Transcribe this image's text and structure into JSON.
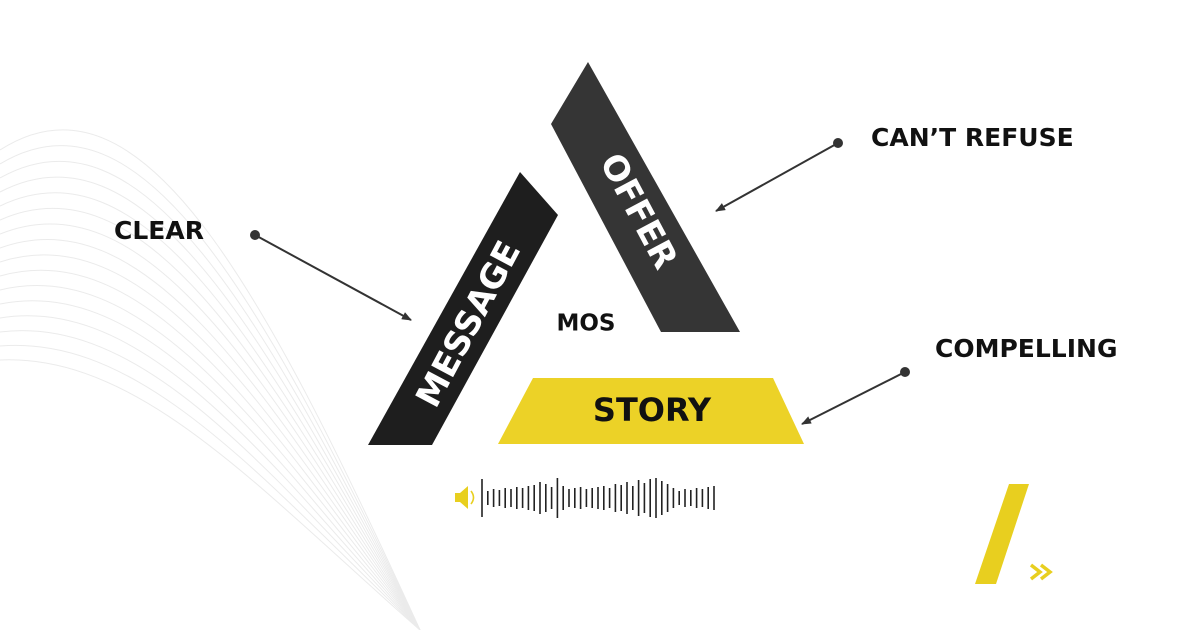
{
  "diagram": {
    "center_label": "MOS",
    "segments": {
      "message": "MESSAGE",
      "offer": "OFFER",
      "story": "STORY"
    },
    "callouts": {
      "clear": "CLEAR",
      "cant_refuse": "CAN’T REFUSE",
      "compelling": "COMPELLING"
    }
  },
  "audio": {
    "icon": "speaker-icon",
    "waveform_levels": [
      0.95,
      0.35,
      0.45,
      0.4,
      0.5,
      0.45,
      0.55,
      0.5,
      0.6,
      0.65,
      0.8,
      0.7,
      0.55,
      1.0,
      0.6,
      0.45,
      0.5,
      0.55,
      0.45,
      0.5,
      0.55,
      0.6,
      0.5,
      0.7,
      0.65,
      0.8,
      0.6,
      0.9,
      0.75,
      0.95,
      1.0,
      0.85,
      0.7,
      0.5,
      0.35,
      0.45,
      0.4,
      0.5,
      0.45,
      0.55,
      0.6
    ]
  },
  "brand": {
    "logo_icon": "slash-chevron-logo"
  },
  "colors": {
    "message": "#1e1e1e",
    "offer": "#353535",
    "story": "#ecd227",
    "accent": "#e8cf1f",
    "text": "#111111",
    "arrow": "#333333"
  }
}
